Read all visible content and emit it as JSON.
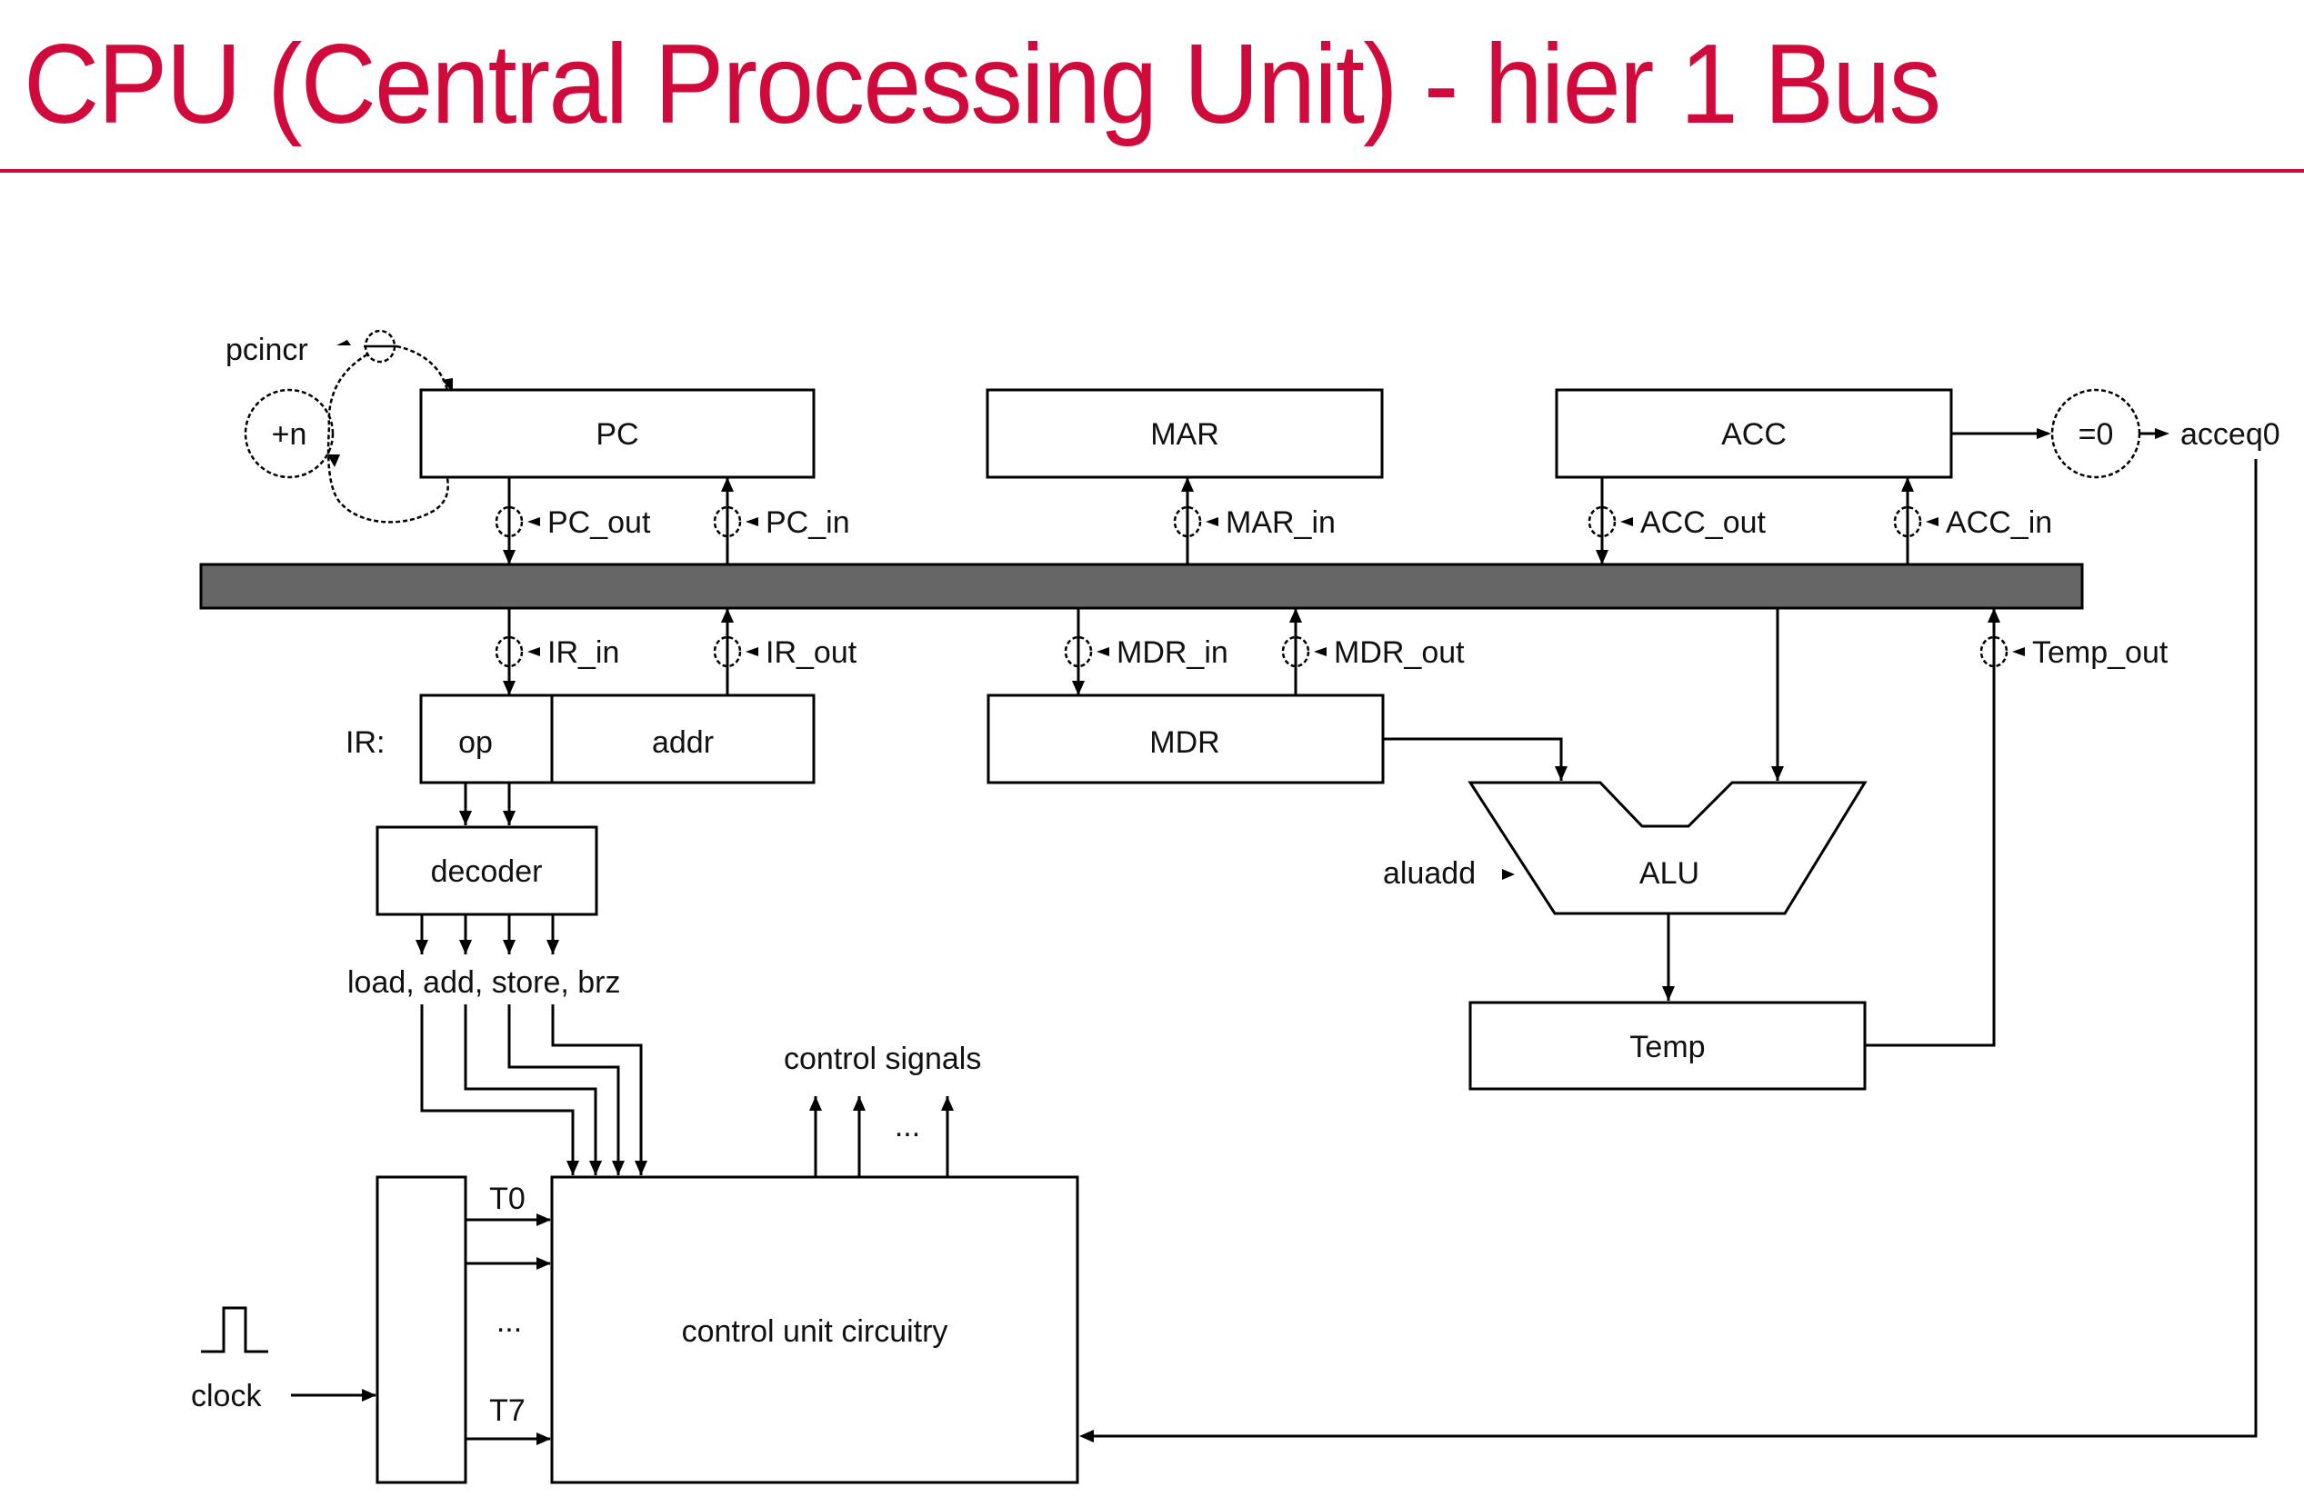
{
  "slide": {
    "title": "CPU (Central Processing Unit) - hier 1 Bus",
    "title_color": "#d10a3c"
  },
  "diagram": {
    "bus_color": "#666666",
    "registers": {
      "pc": "PC",
      "mar": "MAR",
      "acc": "ACC",
      "ir_label": "IR:",
      "ir_op": "op",
      "ir_addr": "addr",
      "mdr": "MDR",
      "temp": "Temp"
    },
    "units": {
      "decoder": "decoder",
      "alu": "ALU",
      "control_unit": "control unit circuitry",
      "increment": "+n",
      "zero_test": "=0"
    },
    "gate_signals": {
      "pc_out": "PC_out",
      "pc_in": "PC_in",
      "mar_in": "MAR_in",
      "acc_out": "ACC_out",
      "acc_in": "ACC_in",
      "ir_in": "IR_in",
      "ir_out": "IR_out",
      "mdr_in": "MDR_in",
      "mdr_out": "MDR_out",
      "temp_out": "Temp_out"
    },
    "other_signals": {
      "pcincr": "pcincr",
      "acceq0": "acceq0",
      "aluadd": "aluadd",
      "decoder_outputs": "load, add, store, brz",
      "control_signals": "control signals",
      "control_ellipsis": "...",
      "t0": "T0",
      "t7": "T7",
      "t_ellipsis": "...",
      "clock": "clock"
    }
  }
}
